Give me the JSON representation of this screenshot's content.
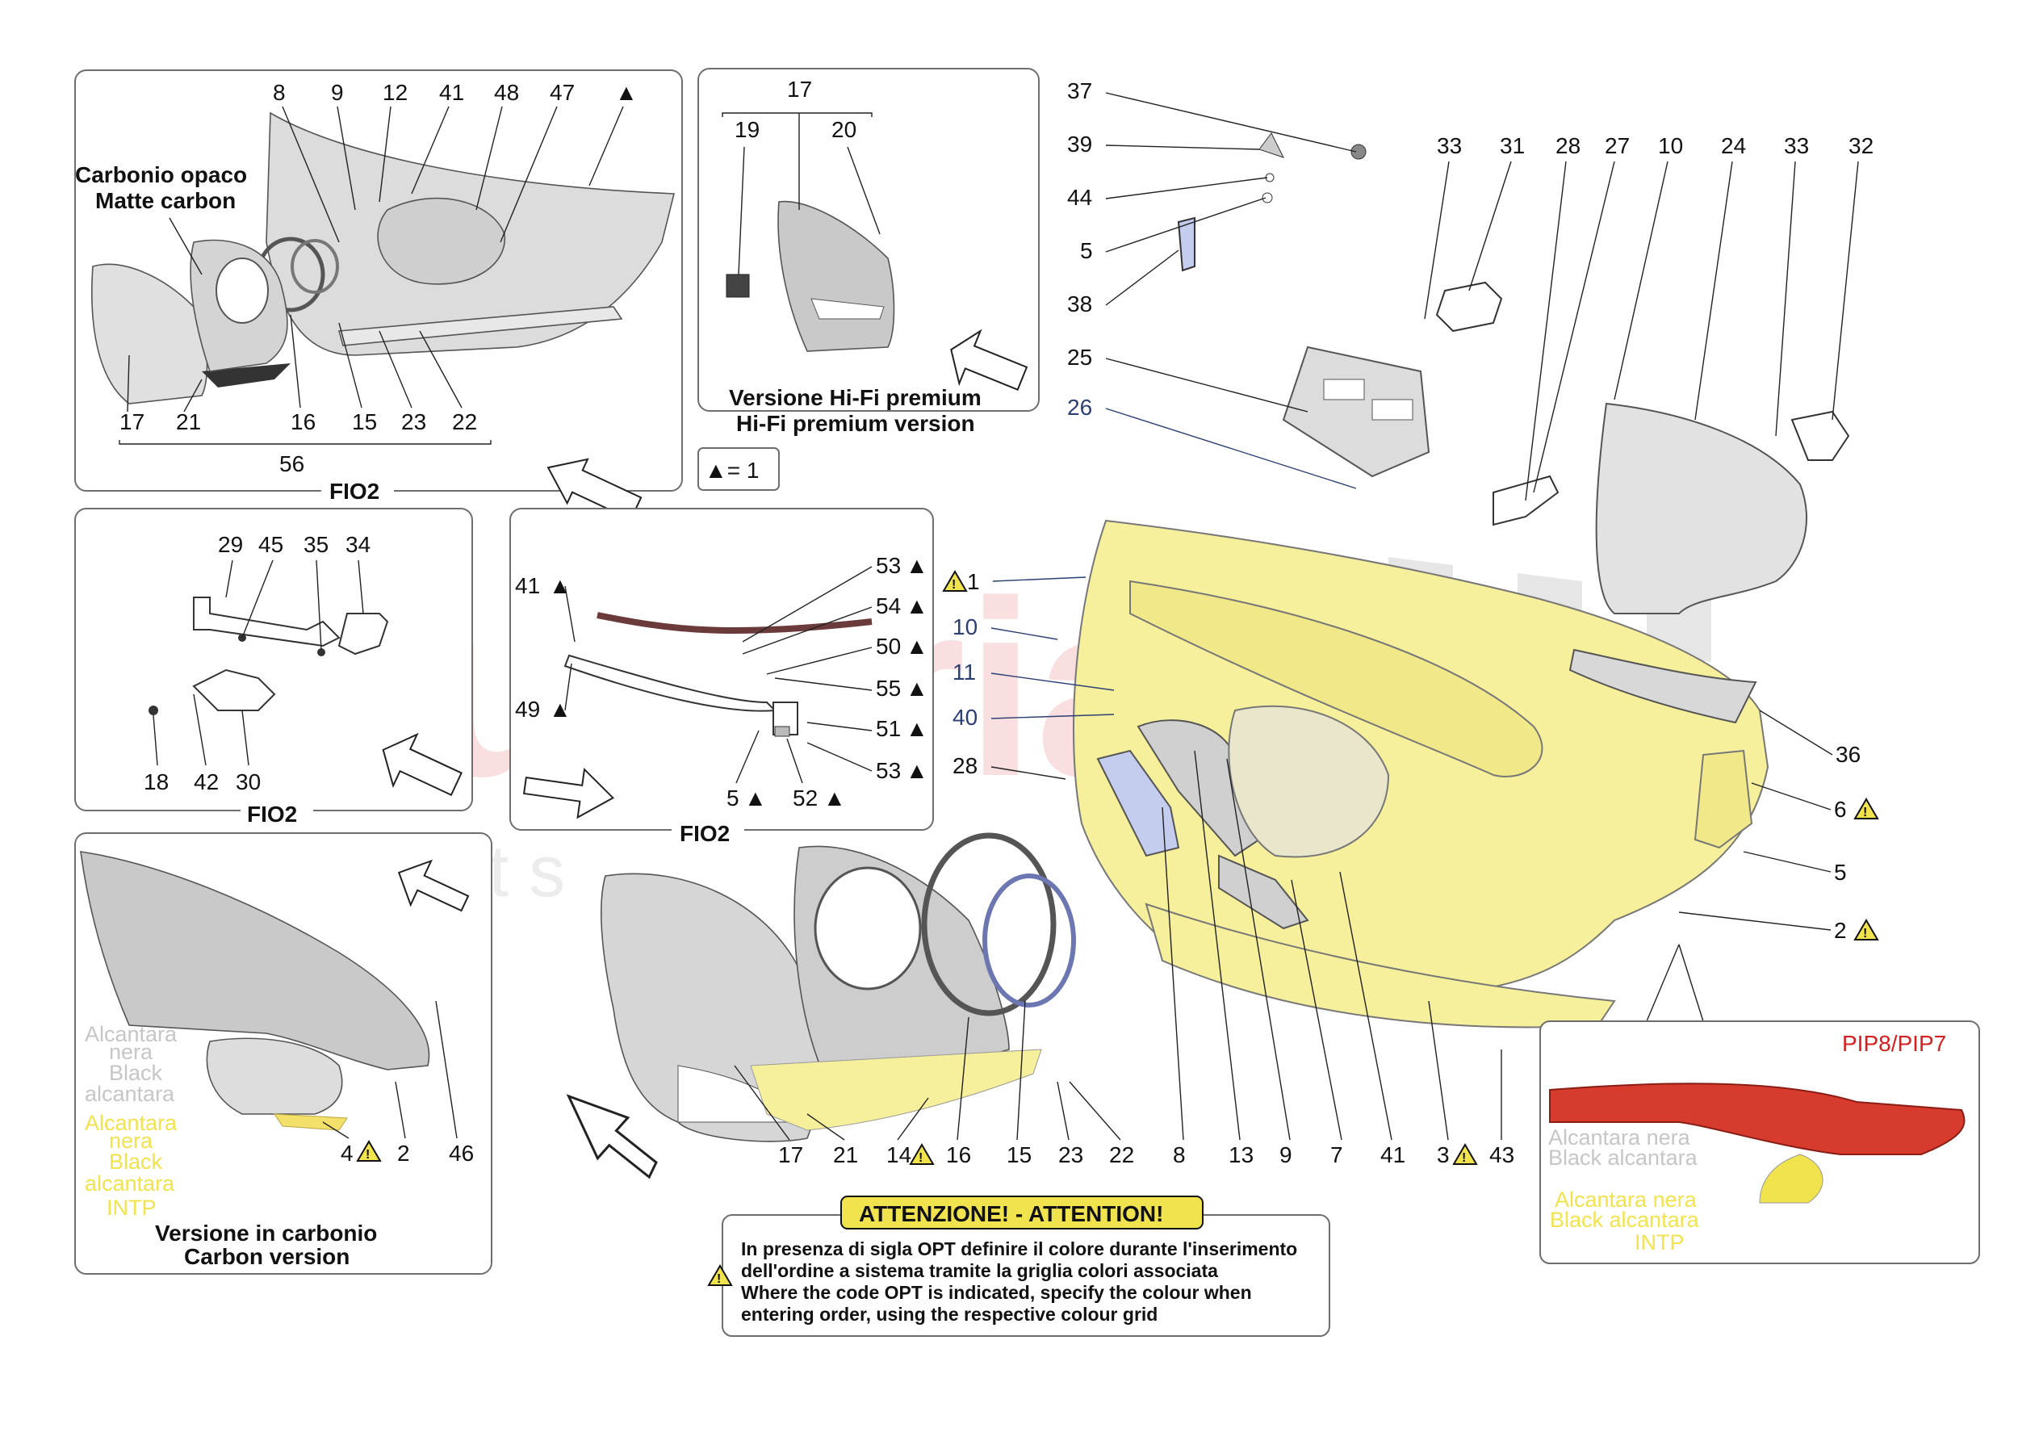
{
  "watermark": {
    "main": "scuderia",
    "sub": "c a r   p a r t s"
  },
  "panels": {
    "top_left": {
      "callouts": [
        "8",
        "9",
        "12",
        "41",
        "48",
        "47",
        "17",
        "21",
        "16",
        "15",
        "23",
        "22",
        "56"
      ],
      "label_it": "Carbonio opaco",
      "label_en": "Matte carbon",
      "footer": "FIO2"
    },
    "hifi": {
      "callouts": [
        "17",
        "19",
        "20"
      ],
      "label_it": "Versione Hi-Fi premium",
      "label_en": "Hi-Fi premium version"
    },
    "legend": {
      "text": "▲= 1"
    },
    "mid_left": {
      "callouts": [
        "29",
        "45",
        "35",
        "34",
        "18",
        "42",
        "30"
      ],
      "footer": "FIO2"
    },
    "mid_center": {
      "callouts": [
        "41",
        "49",
        "53",
        "54",
        "50",
        "55",
        "51",
        "5",
        "52",
        "53"
      ],
      "footer": "FIO2"
    },
    "carbon": {
      "callouts": [
        "4",
        "2",
        "46"
      ],
      "alc1": [
        "Alcantara",
        "nera",
        "Black",
        "alcantara"
      ],
      "alc2": [
        "Alcantara",
        "nera",
        "Black",
        "alcantara",
        "INTP"
      ],
      "label_it": "Versione in carbonio",
      "label_en": "Carbon version"
    },
    "pip": {
      "title": "PIP8/PIP7",
      "grey_it": "Alcantara nera",
      "grey_en": "Black alcantara",
      "yellow_it": "Alcantara nera",
      "yellow_en": "Black alcantara",
      "yellow_code": "INTP"
    }
  },
  "main_callouts": {
    "top_right": [
      "33",
      "31",
      "28",
      "27",
      "10",
      "24",
      "33",
      "32"
    ],
    "left_column": [
      "37",
      "39",
      "44",
      "5",
      "38",
      "25",
      "26"
    ],
    "door_left": [
      "1",
      "10",
      "11",
      "40",
      "28"
    ],
    "right_side": [
      "36",
      "6",
      "5",
      "2"
    ],
    "bottom_row": [
      "17",
      "21",
      "14",
      "16",
      "15",
      "23",
      "22",
      "8",
      "13",
      "9",
      "7",
      "41",
      "3",
      "43"
    ]
  },
  "warning": {
    "title": "ATTENZIONE! - ATTENTION!",
    "line1": "In presenza di sigla OPT definire il colore durante l'inserimento",
    "line2": "dell'ordine a sistema tramite la griglia colori associata",
    "line3": "Where the code OPT is indicated, specify the colour when",
    "line4": "entering order, using the respective colour grid"
  },
  "colors": {
    "yellow_part": "#f6ef9b",
    "grey_part": "#d9d9d9",
    "blue_part": "#aab6e2",
    "red_part": "#d63b2e",
    "warning_bg": "#f1e34e"
  }
}
